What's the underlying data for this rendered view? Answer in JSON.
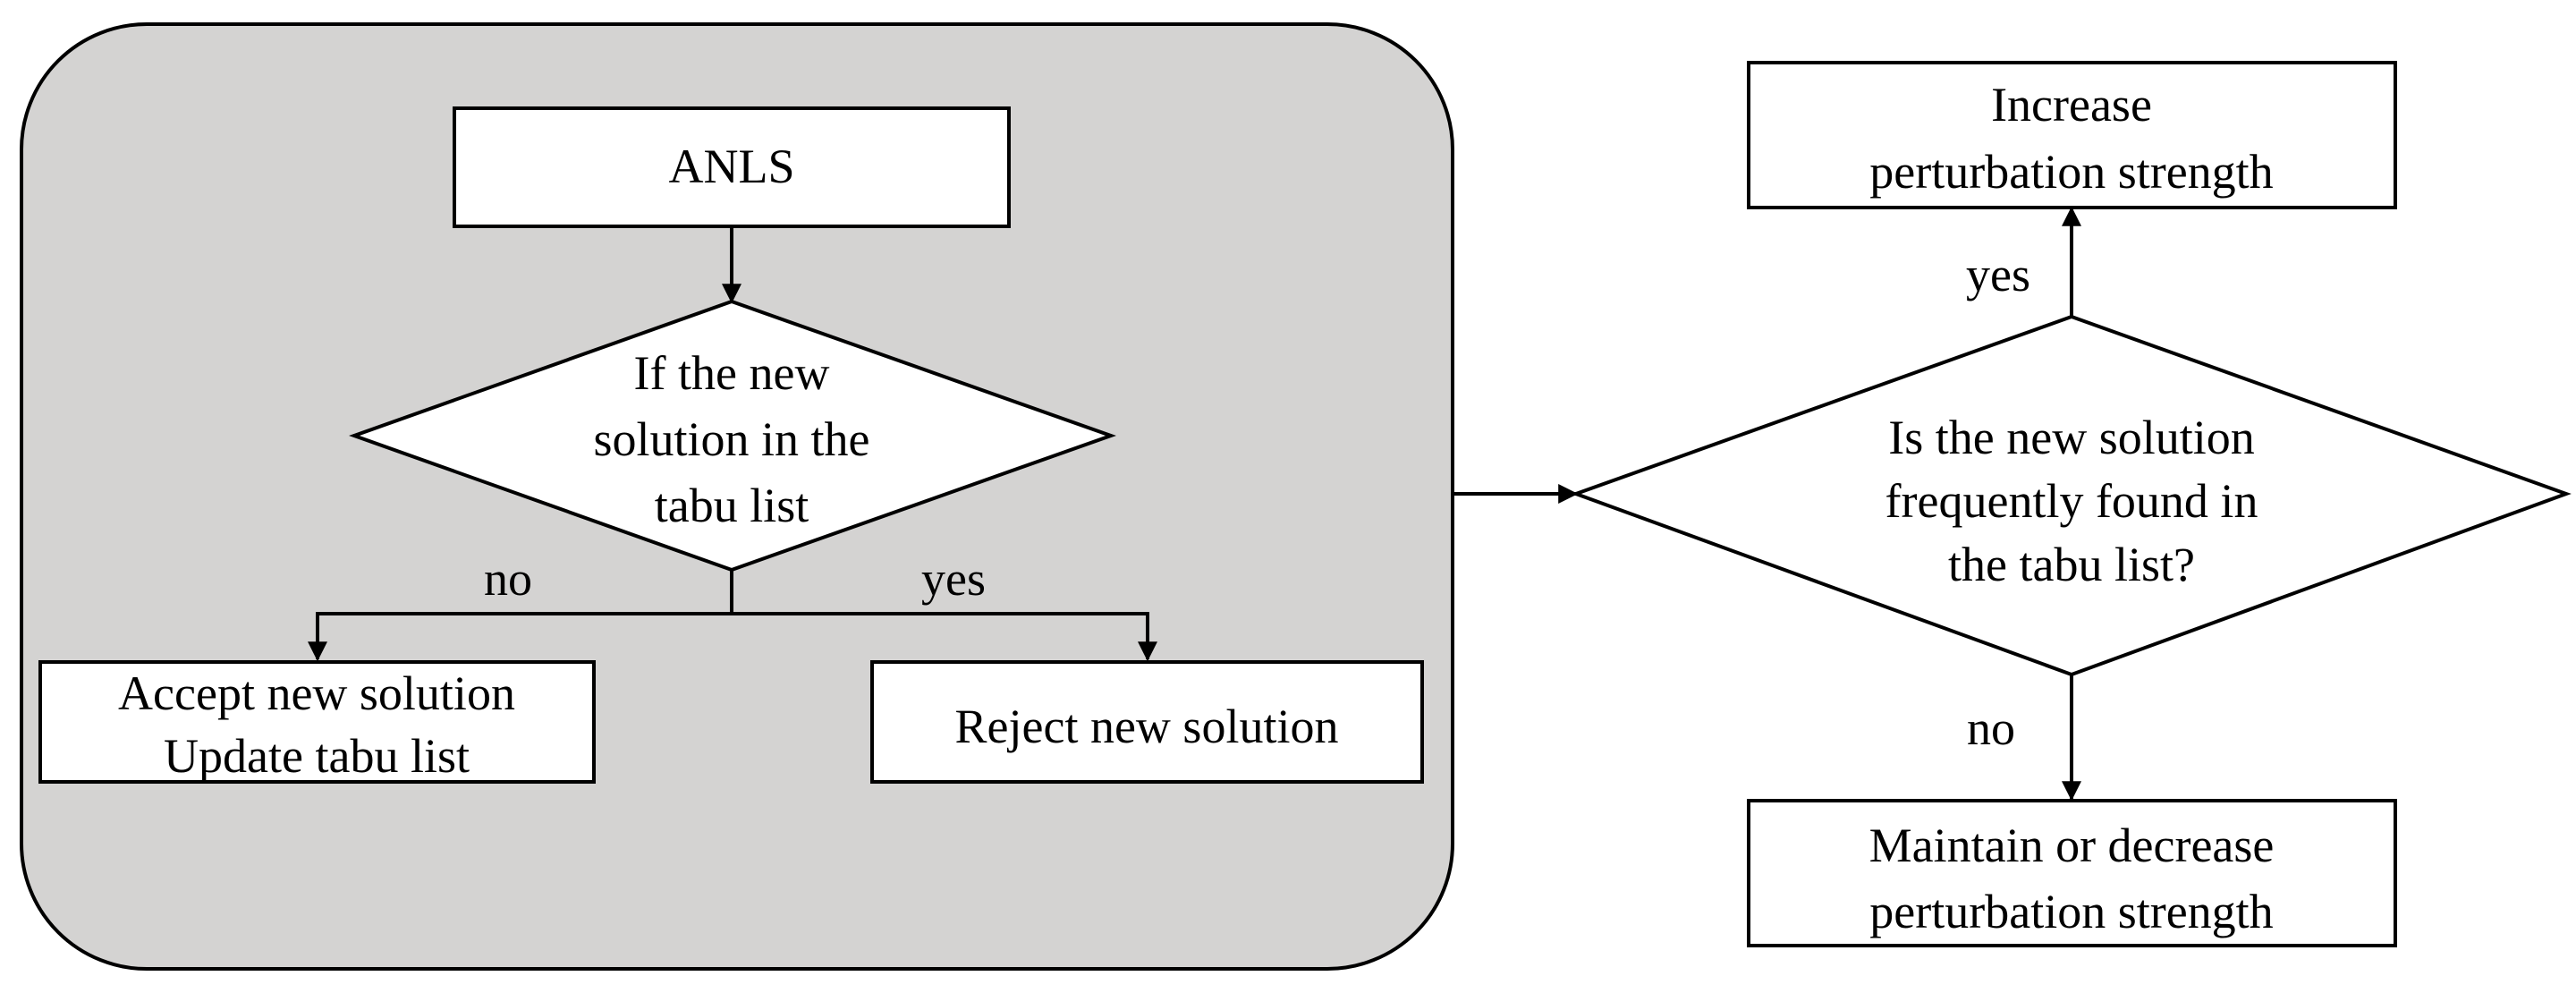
{
  "diagram": {
    "group": {
      "fill": "#d4d3d2",
      "nodes": {
        "anls": {
          "label": "ANLS"
        },
        "tabu_check": {
          "lines": [
            "If the new",
            "solution in the",
            "tabu list"
          ]
        },
        "accept": {
          "lines": [
            "Accept new solution",
            "Update tabu list"
          ]
        },
        "reject": {
          "label": "Reject new solution"
        }
      },
      "edge_labels": {
        "no": "no",
        "yes": "yes"
      }
    },
    "nodes": {
      "frequency_check": {
        "lines": [
          "Is the new solution",
          "frequently found in",
          "the tabu list?"
        ]
      },
      "increase": {
        "lines": [
          "Increase",
          "perturbation strength"
        ]
      },
      "maintain": {
        "lines": [
          "Maintain or decrease",
          "perturbation strength"
        ]
      }
    },
    "edge_labels": {
      "yes": "yes",
      "no": "no"
    }
  }
}
